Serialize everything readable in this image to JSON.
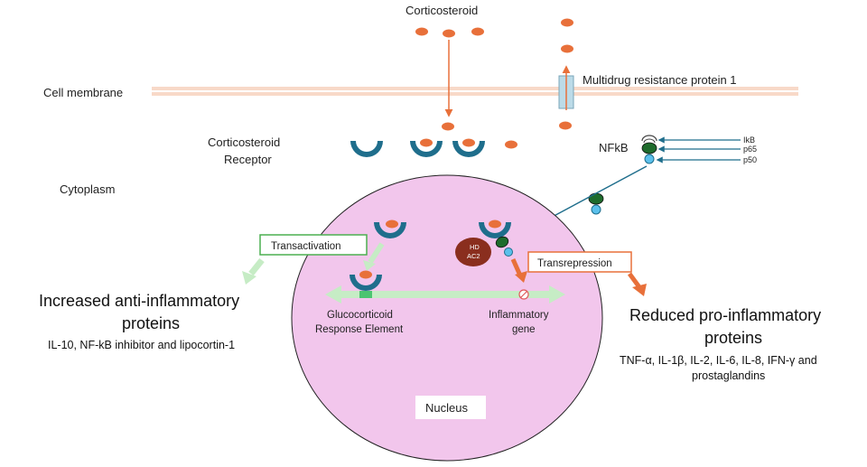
{
  "labels": {
    "corticosteroid": "Corticosteroid",
    "cell_membrane": "Cell membrane",
    "mdr_protein": "Multidrug resistance protein 1",
    "receptor_line1": "Corticosteroid",
    "receptor_line2": "Receptor",
    "cytoplasm": "Cytoplasm",
    "nfkb": "NFkB",
    "ikb": "IkB",
    "p65": "p65",
    "p50": "p50",
    "hdac2_line1": "HD",
    "hdac2_line2": "AC2",
    "transactivation": "Transactivation",
    "transrepression": "Transrepression",
    "gre_line1": "Glucocorticoid",
    "gre_line2": "Response Element",
    "inflam_line1": "Inflammatory",
    "inflam_line2": "gene",
    "nucleus": "Nucleus",
    "anti_title_line1": "Increased anti-inflammatory",
    "anti_title_line2": "proteins",
    "anti_list": "IL-10, NF-kB inhibitor and lipocortin-1",
    "pro_title_line1": "Reduced pro-inflammatory",
    "pro_title_line2": "proteins",
    "pro_list_line1": "TNF-α, IL-1β, IL-2, IL-6, IL-8, IFN-γ and",
    "pro_list_line2": "prostaglandins"
  },
  "colors": {
    "steroid": "#e8703a",
    "receptor": "#1f6e8c",
    "membrane": "#f8d9c8",
    "nucleus_fill": "#f2c6ec",
    "nucleus_stroke": "#222222",
    "dna": "#c6ecc5",
    "gre": "#4cc470",
    "transactivation_border": "#4caf50",
    "transrepression_border": "#e8703a",
    "nfkb_arrow": "#1f6e8c",
    "p65": "#1e6b2c",
    "p50": "#5bc0eb",
    "hdac2": "#8a2e1e"
  }
}
